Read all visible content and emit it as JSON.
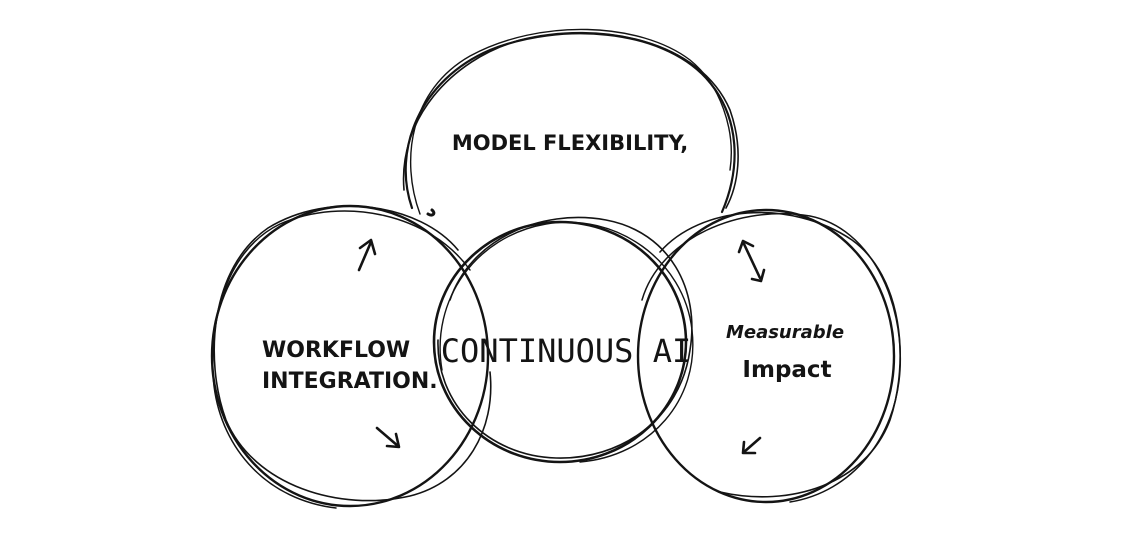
{
  "diagram": {
    "nodes": [
      {
        "id": "center",
        "lines": [
          "CONTINUOUS AI"
        ]
      },
      {
        "id": "top",
        "lines": [
          "MODEL FLEXIBILITY,"
        ]
      },
      {
        "id": "left",
        "lines": [
          "WORKFLOW",
          "INTEGRATION."
        ]
      },
      {
        "id": "right",
        "lines": [
          "Measurable",
          "Impact"
        ]
      }
    ],
    "stroke_color": "#141414",
    "background": "#ffffff"
  }
}
